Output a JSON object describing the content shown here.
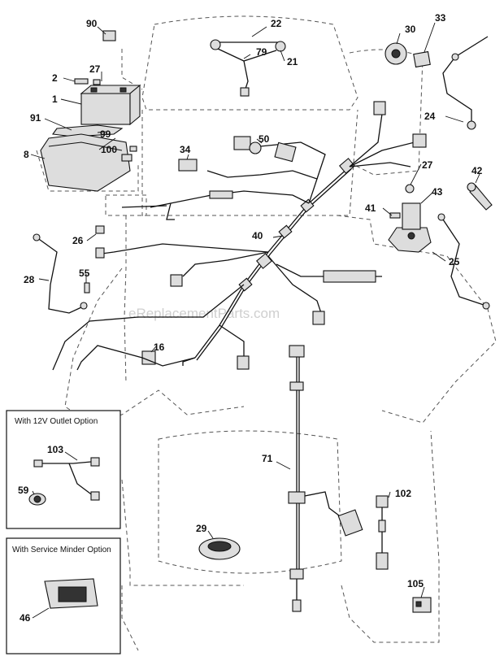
{
  "watermark": "eReplacementParts.com",
  "option_boxes": [
    {
      "title": "With 12V Outlet Option",
      "parts": [
        "103",
        "59"
      ]
    },
    {
      "title": "With Service Minder Option",
      "parts": [
        "46"
      ]
    }
  ],
  "callouts": [
    "90",
    "22",
    "79",
    "21",
    "30",
    "33",
    "27",
    "2",
    "1",
    "91",
    "99",
    "100",
    "8",
    "34",
    "50",
    "24",
    "27",
    "42",
    "41",
    "43",
    "26",
    "40",
    "25",
    "28",
    "55",
    "16",
    "71",
    "103",
    "59",
    "102",
    "29",
    "105",
    "46"
  ]
}
